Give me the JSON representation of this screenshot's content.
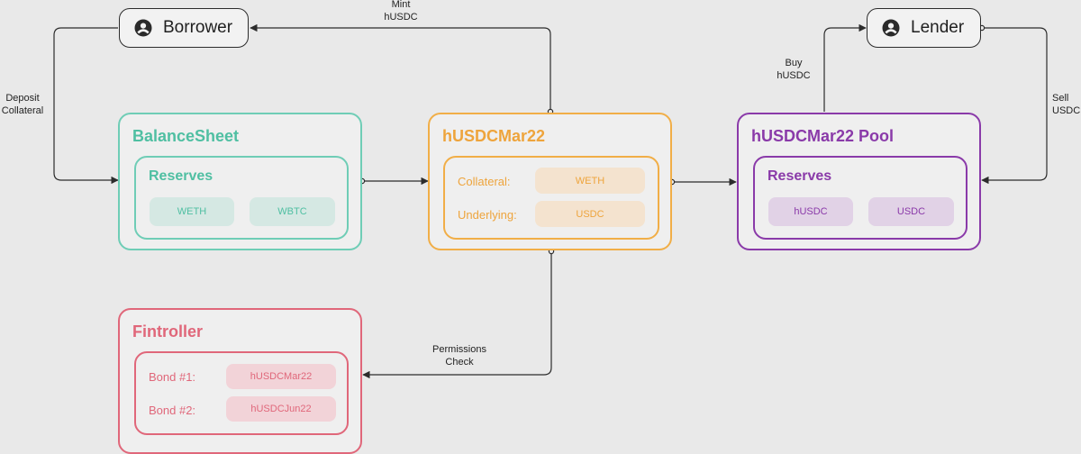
{
  "actors": {
    "borrower": "Borrower",
    "lender": "Lender"
  },
  "edges": {
    "mint": [
      "Mint",
      "hUSDC"
    ],
    "deposit": [
      "Deposit",
      "Collateral"
    ],
    "buy": [
      "Buy",
      "hUSDC"
    ],
    "sell": [
      "Sell",
      "USDC"
    ],
    "permissions": [
      "Permissions",
      "Check"
    ]
  },
  "balance_sheet": {
    "title": "BalanceSheet",
    "reserves_title": "Reserves",
    "chips": [
      "WETH",
      "WBTC"
    ]
  },
  "husdc_mar22": {
    "title": "hUSDCMar22",
    "rows": [
      {
        "label": "Collateral:",
        "value": "WETH"
      },
      {
        "label": "Underlying:",
        "value": "USDC"
      }
    ]
  },
  "pool": {
    "title": "hUSDCMar22 Pool",
    "reserves_title": "Reserves",
    "chips": [
      "hUSDC",
      "USDC"
    ]
  },
  "fintroller": {
    "title": "Fintroller",
    "rows": [
      {
        "label": "Bond #1:",
        "value": "hUSDCMar22"
      },
      {
        "label": "Bond #2:",
        "value": "hUSDCJun22"
      }
    ]
  },
  "colors": {
    "teal": "#6fcdb6",
    "orange": "#f1ae47",
    "purple": "#8a3aa9",
    "red": "#e0677a",
    "wire": "#2c2c2c"
  }
}
